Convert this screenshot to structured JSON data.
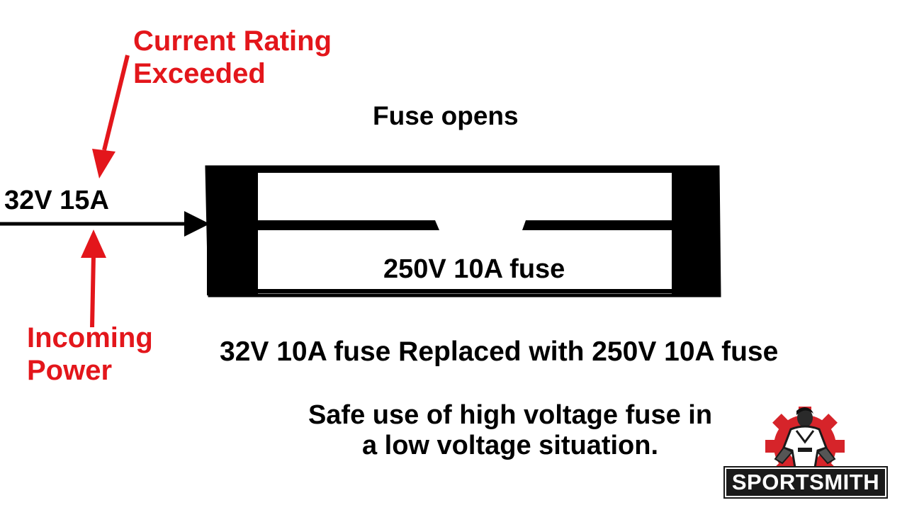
{
  "labels": {
    "current_rating_line1": "Current Rating",
    "current_rating_line2": "Exceeded",
    "fuse_opens": "Fuse opens",
    "supply": "32V 15A",
    "fuse_label": "250V 10A fuse",
    "incoming_line1": "Incoming",
    "incoming_line2": "Power",
    "replaced": "32V 10A fuse Replaced with 250V 10A fuse",
    "safe_line1": "Safe use of high voltage fuse in",
    "safe_line2": "a low voltage situation."
  },
  "logo": {
    "text": "SPORTSMITH"
  },
  "colors": {
    "annotation": "#e3161b",
    "text": "#000000",
    "logo_gear": "#d6242a",
    "logo_bg": "#1a1a1a"
  }
}
